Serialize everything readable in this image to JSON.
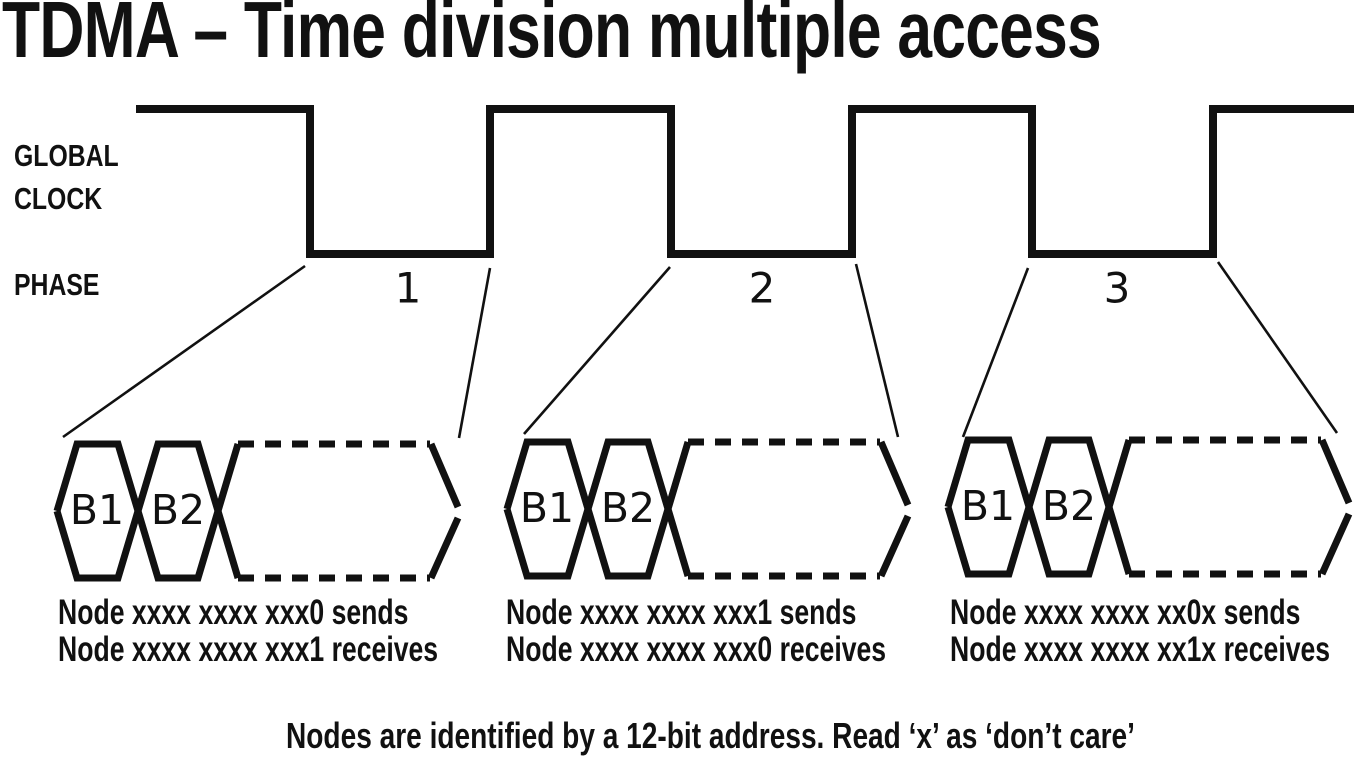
{
  "title": "TDMA – Time division multiple access",
  "clock": {
    "label_line1": "GLOBAL",
    "label_line2": "CLOCK"
  },
  "phase": {
    "label": "PHASE",
    "numbers": [
      "1",
      "2",
      "3"
    ]
  },
  "groups": [
    {
      "slot1": "B1",
      "slot2": "B2",
      "line1": "Node xxxx xxxx xxx0 sends",
      "line2": "Node xxxx xxxx xxx1 receives"
    },
    {
      "slot1": "B1",
      "slot2": "B2",
      "line1": "Node xxxx xxxx xxx1 sends",
      "line2": "Node xxxx xxxx xxx0 receives"
    },
    {
      "slot1": "B1",
      "slot2": "B2",
      "line1": "Node xxxx xxxx xx0x sends",
      "line2": "Node xxxx xxxx xx1x receives"
    }
  ],
  "footer": "Nodes are identified by a 12-bit address. Read ‘x’ as ‘don’t care’",
  "colors": {
    "ink": "#111111",
    "background": "#ffffff"
  }
}
